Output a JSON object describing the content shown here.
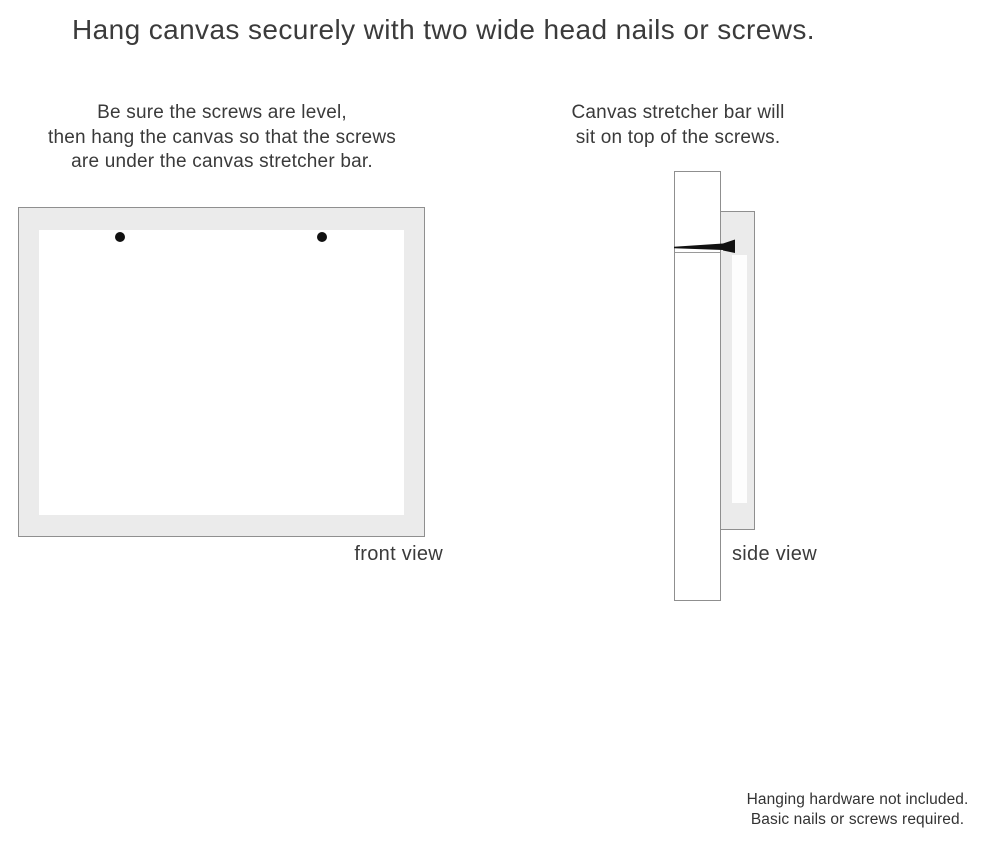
{
  "title": "Hang canvas securely with two wide head nails or screws.",
  "instructions": {
    "front": {
      "lines": [
        "Be sure the screws are level,",
        "then hang the canvas so that the screws",
        "are under the canvas stretcher bar."
      ]
    },
    "side": {
      "lines": [
        "Canvas stretcher bar will",
        "sit on top of the screws."
      ]
    }
  },
  "front_view": {
    "label": "front view",
    "nail_count": 2
  },
  "side_view": {
    "label": "side view"
  },
  "footnote": {
    "lines": [
      "Hanging hardware not included.",
      "Basic nails or screws required."
    ]
  },
  "colors": {
    "canvas_gray": "#ebebeb",
    "border_gray": "#8f8f8f",
    "nail_black": "#111111",
    "text_dark": "#3d3d3d"
  }
}
